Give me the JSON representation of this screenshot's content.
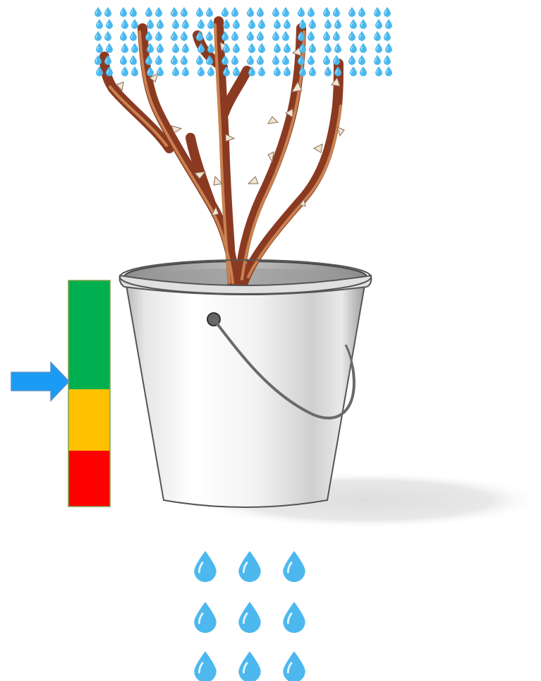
{
  "colors": {
    "background": "#ffffff",
    "droplet": "#4cb8ee",
    "droplet_shade": "#2d9fdc",
    "droplet_highlight": "#d6f0fc",
    "branch": "#8b3a22",
    "branch_highlight": "#d08a55",
    "thorn": "#efe6d4",
    "bucket_light": "#fafafa",
    "bucket_mid": "#c9c9c9",
    "bucket_dark": "#8f8f8f",
    "bucket_outline": "#555555",
    "handle": "#6a6a6a",
    "shadow": "#e5e5e5",
    "meter_high": "#00b050",
    "meter_mid": "#ffc000",
    "meter_low": "#ff0000",
    "pointer": "#1a9cf5"
  },
  "moisture_meter": {
    "levels": [
      "high",
      "medium",
      "low"
    ],
    "indicated_level": "high"
  },
  "icons": {
    "rain": "water-drop-icon",
    "drain": "water-drop-icon",
    "pointer": "arrow-right-icon"
  },
  "drainage_drops": {
    "rows": 3,
    "columns": 3
  }
}
